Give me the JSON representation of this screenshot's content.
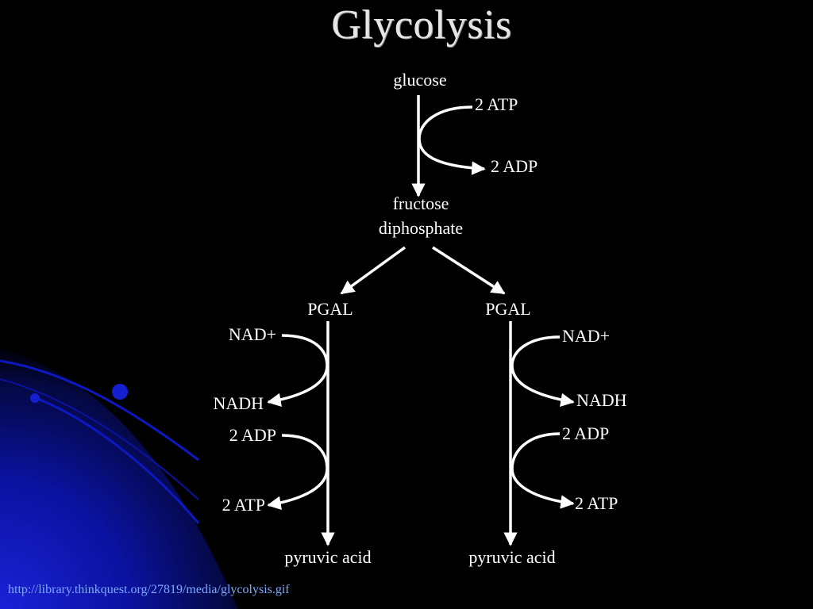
{
  "slide": {
    "title": "Glycolysis",
    "source_url": "http://library.thinkquest.org/27819/media/glycolysis.gif"
  },
  "diagram": {
    "start": "glucose",
    "investment": {
      "input": "2 ATP",
      "output": "2 ADP"
    },
    "intermediate": {
      "line1": "fructose",
      "line2": "diphosphate"
    },
    "left_branch": {
      "name": "PGAL",
      "nad_in": "NAD+",
      "nadh_out": "NADH",
      "adp_in": "2 ADP",
      "atp_out": "2 ATP",
      "product": "pyruvic acid"
    },
    "right_branch": {
      "name": "PGAL",
      "nad_in": "NAD+",
      "nadh_out": "NADH",
      "adp_in": "2 ADP",
      "atp_out": "2 ATP",
      "product": "pyruvic acid"
    }
  },
  "colors": {
    "background": "#000000",
    "diagram_ink": "#ffffff",
    "decor_blue": "#0a14c8",
    "link_text": "#7fa8ff"
  }
}
